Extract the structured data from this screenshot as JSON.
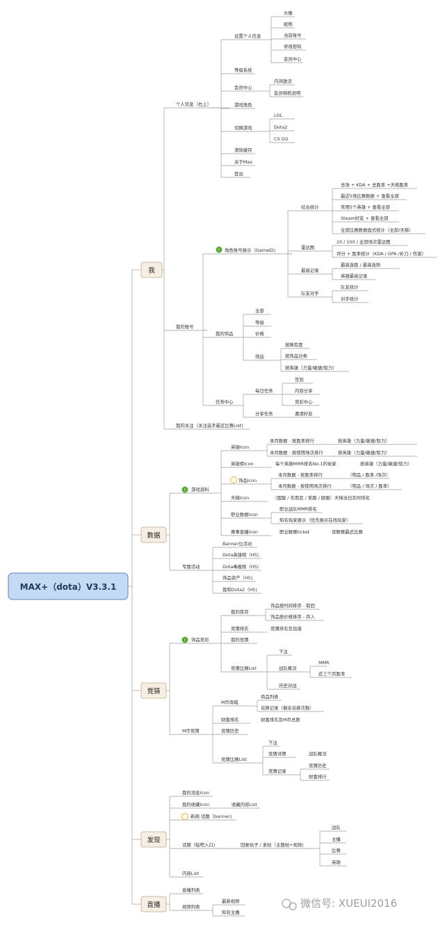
{
  "root": {
    "title": "MAX+（dota）V3.3.1"
  },
  "watermark": {
    "text": "微信号: XUEUI2016"
  },
  "colors": {
    "root_fill": "#c4daf5",
    "category_fill": "#f6eee2",
    "line": "#999999",
    "priority_green": "#5aa832",
    "priority_yellow": "#f2c644"
  },
  "nodes": {
    "me": "我",
    "personal_info": "个人信息（右上）",
    "settings_info": "设置个人信息",
    "avatar": "头像",
    "nickname": "昵称",
    "current_account": "当前账号",
    "change_password": "修改密码",
    "member_center_1": "会员中心",
    "level_system": "等级系统",
    "member_center_2": "会员中心",
    "beta_activation": "内测激活",
    "member_privilege": "会员特权说明",
    "game_role": "游戏角色",
    "switch_game": "切换游戏",
    "game_lol": "LOL",
    "game_dota2": "Dota2",
    "game_csgo": "CS GO",
    "clear_cache": "清除缓存",
    "about_max": "关于Max",
    "logout": "登出",
    "my_account": "我的账号",
    "role_display": "角色账号展示（GameID)",
    "overall_stats": "综合统计",
    "stat_1": "总场 + KDA + 总胜率 +天梯胜率",
    "stat_2": "最近5场比赛数据 + 查看全部",
    "stat_3": "常用5个英雄 + 查看全部",
    "stat_4": "Steam好友 + 查看全部",
    "stat_5": "全部比赛数据盘式统计（全部/天梯）",
    "radar": "雷达图",
    "radar_1": "20 / 100 / 全部场次雷达图",
    "radar_2": "评分 + 胜率统计（KDA / GPA /补刀 / 伤害）",
    "best_record": "最高记录",
    "best_1": "最高连胜 / 最高连败",
    "best_2": "英雄最高记录",
    "teammates": "队友对手",
    "team_1": "队友统计",
    "team_2": "对手统计",
    "my_items": "我的饰品",
    "items_all": "全部",
    "items_grade": "等级",
    "items_price": "价格",
    "filter": "筛选",
    "filter_1": "按稀有度",
    "filter_2": "按饰品分类",
    "filter_3": "按英雄（力量/敏捷/智力）",
    "task_center": "任务中心",
    "daily_task": "每日任务",
    "daily_1": "签到",
    "daily_2": "内容分享",
    "daily_3": "竞彩中心",
    "share_task": "分享任务",
    "share_1": "邀请好友",
    "my_follow": "我的关注（关注选手最近比赛List)",
    "data": "数据",
    "game_data": "游戏资料",
    "hero_icon": "英雄Icon",
    "hero_1a": "本月数据 - 按胜率排行",
    "hero_1b": "按英雄（力量/敏捷/智力）",
    "hero_2a": "本月数据 - 按使用场次排行",
    "hero_2b": "按英雄（力量/敏捷/智力）",
    "hero_board": "英雄榜Icon",
    "hero_board_a": "每个英雄MMR排名No.1的玩家",
    "hero_board_b": "按英雄（力量/敏捷/智力）",
    "item_icon": "饰品Icon",
    "item_1a": "本月数据 - 按胜率排行",
    "item_1b": "（物品 / 胜率 /场次）",
    "item_2a": "本月数据 - 按使用场次排行",
    "item_2b": "（物品 / 场次 / 胜率）",
    "ladder_icon": "天梯Icon",
    "ladder_a": "（国服 / 东南亚 / 美服 / 欧服）天梯当日实时排名",
    "pro_icon": "职业数据Icon",
    "pro_1": "职业战队MMR排名",
    "pro_2": "知名玩家展示（优先展示在线玩家）",
    "live_icon": "赛事直播Icon",
    "live_a": "职业联赛ticket",
    "live_b": "该联赛最近比赛",
    "special": "专题活动",
    "special_1": "Banner位活动",
    "special_2": "Dota英雄榜（H5)",
    "special_3": "Dota毒瘤榜（H5)",
    "special_4": "饰品资产（H5)",
    "special_5": "我和Dota2（H5)",
    "guess": "竞猜",
    "item_guess": "饰品竞彩",
    "my_inventory": "我的库存",
    "inv_1": "饰品按时间排序 - 取回",
    "inv_2": "饰品按价格排序 - 存入",
    "guess_rank": "竞猜排名",
    "guess_rank_a": "竞猜排名及估值",
    "my_guess": "我的竞猜",
    "guess_match": "竞猜比赛List",
    "bet": "下注",
    "team_overview": "战队概况",
    "mmr": "MMR",
    "win_rate_3m": "近三个月胜率",
    "history_match": "历史对战",
    "mcoin_guess": "M币竞猜",
    "mcoin_shop": "M币商城",
    "product_list": "商品列表",
    "redeem_record": "兑换记录（剩余兑换次数）",
    "wealth_rank": "财富排名",
    "wealth_rank_a": "财富排名及M币总数",
    "guess_history": "竞猜历史",
    "guess_match_2": "竞猜比赛List",
    "bet_2": "下注",
    "guess_detail": "竞猜详情",
    "team_overview_2": "战队概况",
    "guess_record": "竞猜记录",
    "guess_history_2": "竞猜历史",
    "wealth_list": "财富排行",
    "discover": "发现",
    "my_messages": "我的消息Icon",
    "my_favorites": "我的收藏Icon",
    "fav_list": "收藏内容List",
    "news_topic": "新闻·话题（banner)",
    "topic": "话题（贴吧入口)",
    "topic_reply": "回复帖子 / 发帖（主题帖+视频)",
    "topic_team": "战队",
    "topic_host": "主播",
    "topic_match": "比赛",
    "topic_hero": "英雄",
    "content_list": "内容List",
    "live": "直播",
    "live_list": "直播列表",
    "video_list": "视频列表",
    "latest_video": "最新视频",
    "famous_host": "知名主播"
  }
}
